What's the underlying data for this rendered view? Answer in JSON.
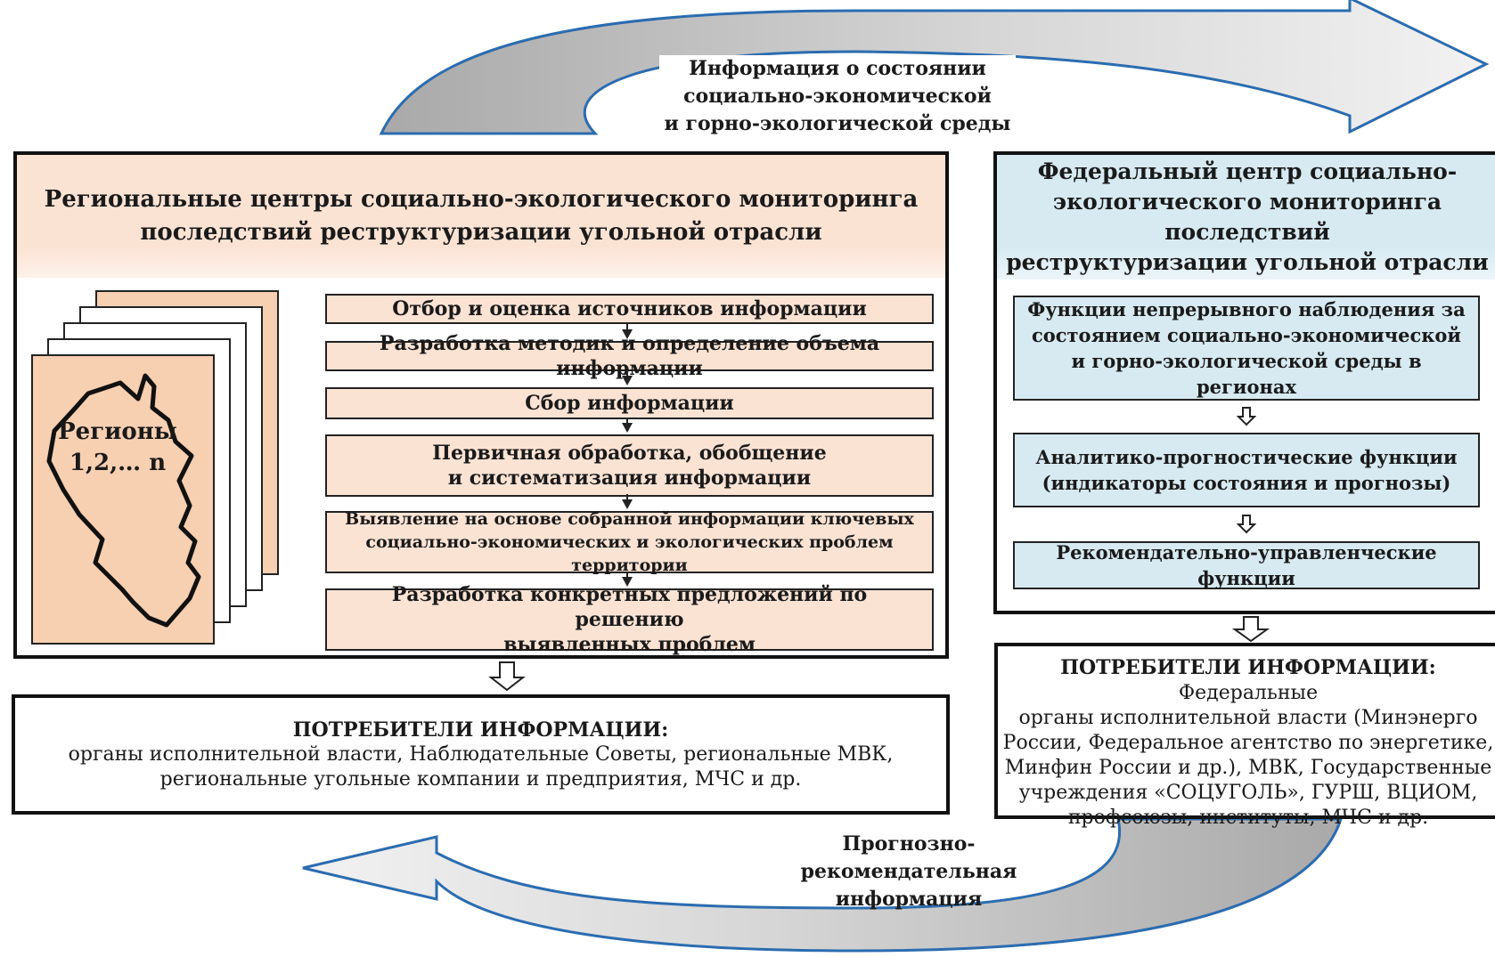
{
  "top_arrow_label": [
    "Информация о состоянии",
    "социально-экономической",
    "и горно-экологической среды"
  ],
  "bottom_arrow_label": [
    "Прогнозно-рекомендательная",
    "информация"
  ],
  "regional": {
    "title": [
      "Региональные центры социально-экологического мониторинга",
      "последствий реструктуризации угольной отрасли"
    ],
    "regions_label": [
      "Регионы",
      "1,2,… n"
    ],
    "steps": [
      {
        "lines": [
          "Отбор и оценка источников информации"
        ]
      },
      {
        "lines": [
          "Разработка методик и определение объема информации"
        ]
      },
      {
        "lines": [
          "Сбор информации"
        ]
      },
      {
        "lines": [
          "Первичная обработка, обобщение",
          "и систематизация информации"
        ]
      },
      {
        "lines": [
          "Выявление на основе собранной информации ключевых",
          "социально-экономических и экологических проблем территории"
        ]
      },
      {
        "lines": [
          "Разработка конкретных предложений по решению",
          "выявленных проблем"
        ]
      }
    ]
  },
  "federal": {
    "title": [
      "Федеральный центр социально-",
      "экологического мониторинга последствий",
      "реструктуризации угольной отрасли"
    ],
    "functions": [
      {
        "lines": [
          "Функции непрерывного наблюдения за",
          "состоянием социально-экономической",
          "и горно-экологической  среды в регионах"
        ]
      },
      {
        "lines": [
          "Аналитико-прогностические функции",
          "(индикаторы состояния и прогнозы)"
        ]
      },
      {
        "lines": [
          "Рекомендательно-управленческие функции"
        ]
      }
    ]
  },
  "consumers_left": {
    "title": "ПОТРЕБИТЕЛИ ИНФОРМАЦИИ:",
    "lines": [
      "органы исполнительной власти, Наблюдательные Советы, региональные МВК,",
      "региональные угольные компании и предприятия, МЧС и др."
    ]
  },
  "consumers_right": {
    "title": "ПОТРЕБИТЕЛИ ИНФОРМАЦИИ:",
    "first_line_rest": " Федеральные",
    "lines": [
      "органы исполнительной власти (Минэнерго",
      "России, Федеральное агентство по энергетике,",
      "Минфин России и др.), МВК, Государственные",
      "учреждения «СОЦУГОЛЬ», ГУРШ, ВЦИОМ,",
      "профсоюзы,  институты, МЧС и др."
    ]
  },
  "colors": {
    "regional_fill": "#fbe3d4",
    "regions_page_fill": "#f7cfb1",
    "federal_fill": "#d7eaf2",
    "arrow_fill": "#c8c8c8",
    "arrow_outline": "#2b6cb0"
  }
}
